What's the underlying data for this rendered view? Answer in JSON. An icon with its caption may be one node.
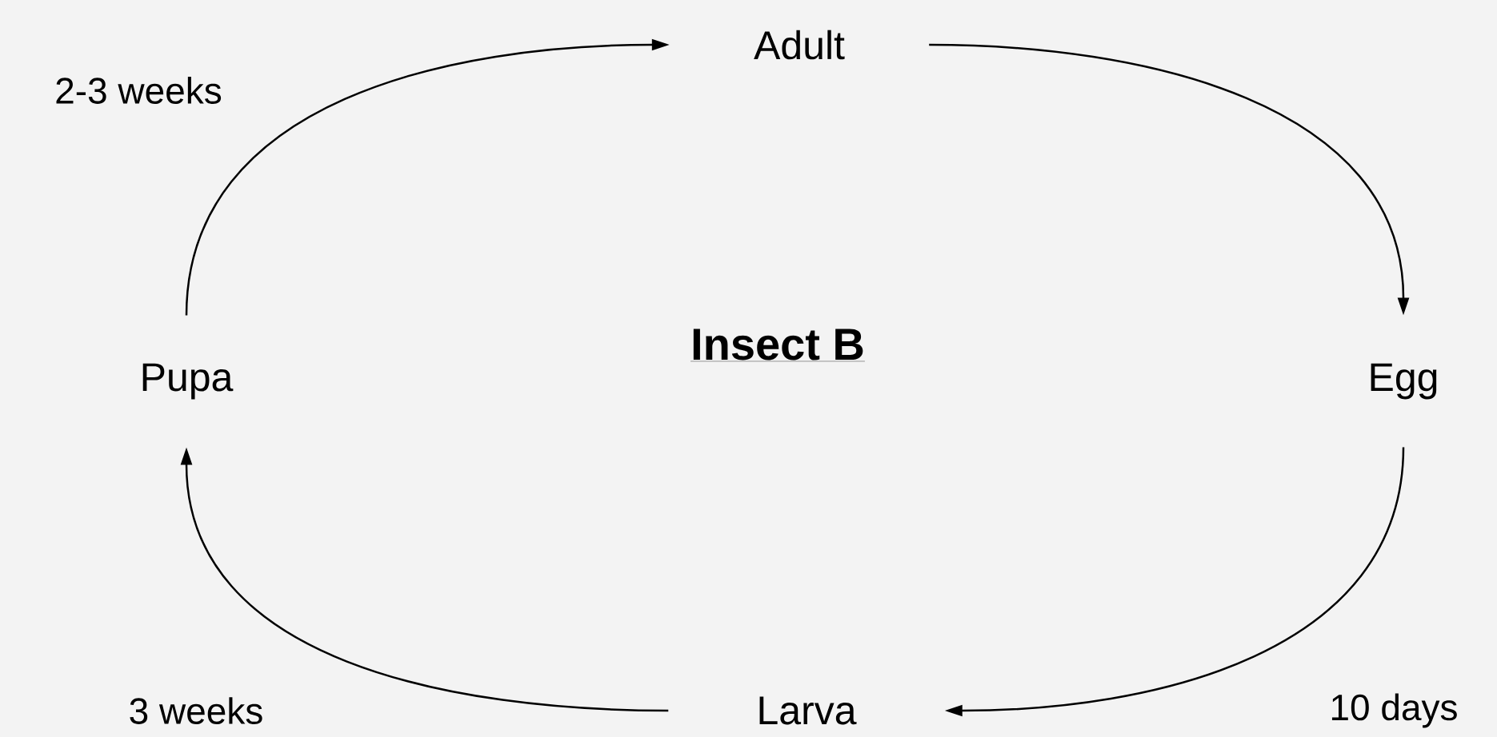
{
  "diagram": {
    "title": "Insect B",
    "nodes": [
      {
        "text": [
          "Adult"
        ]
      },
      {
        "text": [
          "Egg"
        ]
      },
      {
        "text": [
          "Larva"
        ]
      },
      {
        "text": [
          "Pupa"
        ]
      }
    ],
    "edges": [
      {
        "from": 0,
        "to": 1,
        "arrow": "to"
      },
      {
        "from": 1,
        "to": 2,
        "arrow": "to"
      },
      {
        "from": 2,
        "to": 3,
        "arrow": "to"
      },
      {
        "from": 3,
        "to": 0,
        "arrow": "to"
      }
    ],
    "labels": [
      "2-3 weeks",
      "10 days",
      "3 weeks"
    ]
  }
}
